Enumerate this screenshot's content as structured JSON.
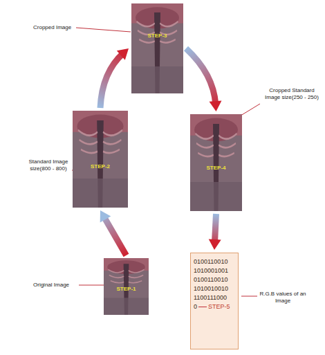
{
  "diagram": {
    "nodes": [
      {
        "text": [
          "STEP-3"
        ]
      },
      {
        "text": [
          "STEP-2"
        ]
      },
      {
        "text": [
          "STEP-4"
        ]
      },
      {
        "text": [
          "STEP-1"
        ]
      },
      {
        "text": [
          "0100110010",
          "1010001001",
          "0100110010",
          "1010010010",
          "1100111000",
          "0",
          "STEP-5"
        ]
      }
    ],
    "edges": [
      {
        "from": 3,
        "to": 1,
        "arrow": "to"
      },
      {
        "from": 1,
        "to": 0,
        "arrow": "to"
      },
      {
        "from": 0,
        "to": 2,
        "arrow": "to"
      },
      {
        "from": 2,
        "to": 4,
        "arrow": "to"
      }
    ],
    "labels": [
      "Cropped Image",
      "Cropped Standard Image size(250 - 250)",
      "Standard Image size(800 - 800)",
      "Original Image",
      "R.G.B values of an Image"
    ]
  }
}
